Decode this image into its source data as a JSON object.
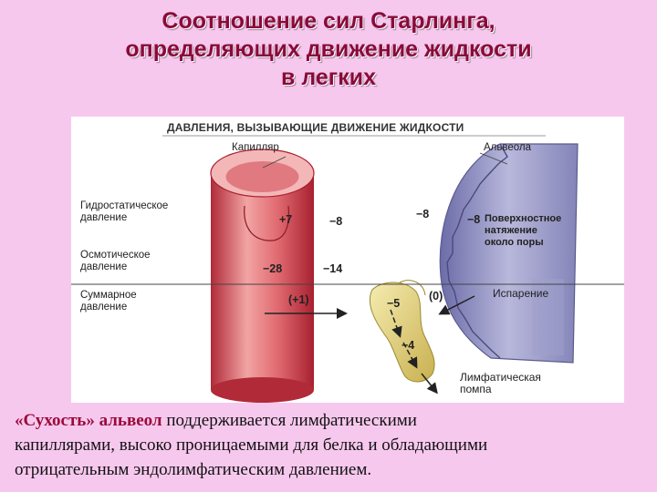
{
  "title": {
    "lines": [
      "Соотношение сил Старлинга,",
      "определяющих движение жидкости",
      "в легких"
    ]
  },
  "diagram": {
    "header": "ДАВЛЕНИЯ, ВЫЗЫВАЮЩИЕ ДВИЖЕНИЕ ЖИДКОСТИ",
    "capillary_label": "Капилляр",
    "alveola_label": "Альвеола",
    "hydrostatic_label": [
      "Гидростатическое",
      "давление"
    ],
    "osmotic_label": [
      "Осмотическое",
      "давление"
    ],
    "summary_label": [
      "Суммарное",
      "давление"
    ],
    "values": {
      "hydro_capillary": "+7",
      "hydro_interstitial": "−8",
      "hydro_alveolar": "−8",
      "surface_tension_value": "−8",
      "osmotic_capillary": "−28",
      "osmotic_interstitial": "−14",
      "net_capillary": "(+1)",
      "net_alveolar": "(0)",
      "lymph_step1": "−5",
      "lymph_step2": "−4"
    },
    "surface_tension_label": [
      "Поверхностное",
      "натяжение",
      "около поры"
    ],
    "evaporation_label": "Испарение",
    "lymph_pump_label": [
      "Лимфатическая",
      "помпа"
    ]
  },
  "caption": {
    "emphasis": "«Сухость» альвеол",
    "line1_rest": " поддерживается лимфатическими",
    "line2": "капиллярами, высоко проницаемыми для белка и обладающими",
    "line3": "отрицательным эндолимфатическим давлением."
  },
  "colors": {
    "capillary": "#d2545c",
    "alveola": "#8888bb",
    "lymph": "#e3d27a",
    "title": "#8a0a3a",
    "background": "#f7c8ee"
  }
}
